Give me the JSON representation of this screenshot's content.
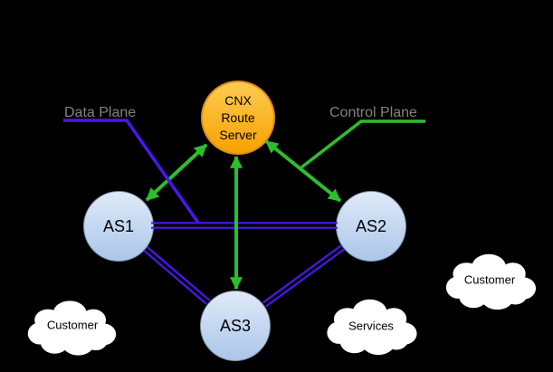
{
  "diagram": {
    "background_color": "#000000",
    "legend": {
      "data_plane": {
        "label": "Data Plane",
        "color": "#4A16EF"
      },
      "control_plane": {
        "label": "Control Plane",
        "color": "#2CBF2C"
      }
    },
    "nodes": {
      "route_server": {
        "label_lines": [
          "CNX",
          "Route",
          "Server"
        ],
        "fill_top": "#FFCB52",
        "fill_bottom": "#F6A200",
        "border_color": "#DD9018"
      },
      "as1": {
        "label": "AS1"
      },
      "as2": {
        "label": "AS2"
      },
      "as3": {
        "label": "AS3"
      },
      "as_fill_top": "#DFEAF8",
      "as_fill_bottom": "#ABC6EA",
      "as_border_color": "#7E90A6"
    },
    "clouds": [
      {
        "label": "Customer",
        "position": "bottom-left"
      },
      {
        "label": "Services",
        "position": "bottom-center-right"
      },
      {
        "label": "Customer",
        "position": "right"
      }
    ],
    "edges": {
      "control_plane_links": [
        {
          "from": "CNX Route Server",
          "to": "AS1",
          "bidirectional": true
        },
        {
          "from": "CNX Route Server",
          "to": "AS2",
          "bidirectional": true
        },
        {
          "from": "CNX Route Server",
          "to": "AS3",
          "bidirectional": true
        }
      ],
      "data_plane_links": [
        {
          "from": "AS1",
          "to": "AS2",
          "style": "double-line"
        },
        {
          "from": "AS1",
          "to": "AS3",
          "style": "double-line"
        },
        {
          "from": "AS2",
          "to": "AS3",
          "style": "double-line"
        }
      ]
    }
  }
}
